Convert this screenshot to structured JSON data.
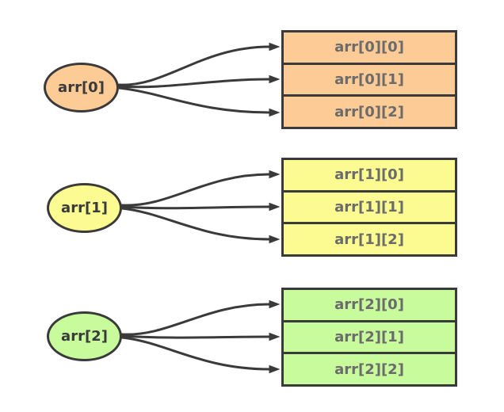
{
  "colors": {
    "line": "#3a3a3a",
    "border": "#3a3a3a",
    "node_text": "#3a3a3a",
    "cell_text": "#6b6b6b",
    "background": "#ffffff",
    "orange_fill": "#fdcb96",
    "yellow_fill": "#fbfb92",
    "green_fill": "#c8fb9c"
  },
  "groups": [
    {
      "node_label": "arr[0]",
      "fill": "#fdcb96",
      "cells": [
        "arr[0][0]",
        "arr[0][1]",
        "arr[0][2]"
      ]
    },
    {
      "node_label": "arr[1]",
      "fill": "#fbfb92",
      "cells": [
        "arr[1][0]",
        "arr[1][1]",
        "arr[1][2]"
      ]
    },
    {
      "node_label": "arr[2]",
      "fill": "#c8fb9c",
      "cells": [
        "arr[2][0]",
        "arr[2][1]",
        "arr[2][2]"
      ]
    }
  ]
}
